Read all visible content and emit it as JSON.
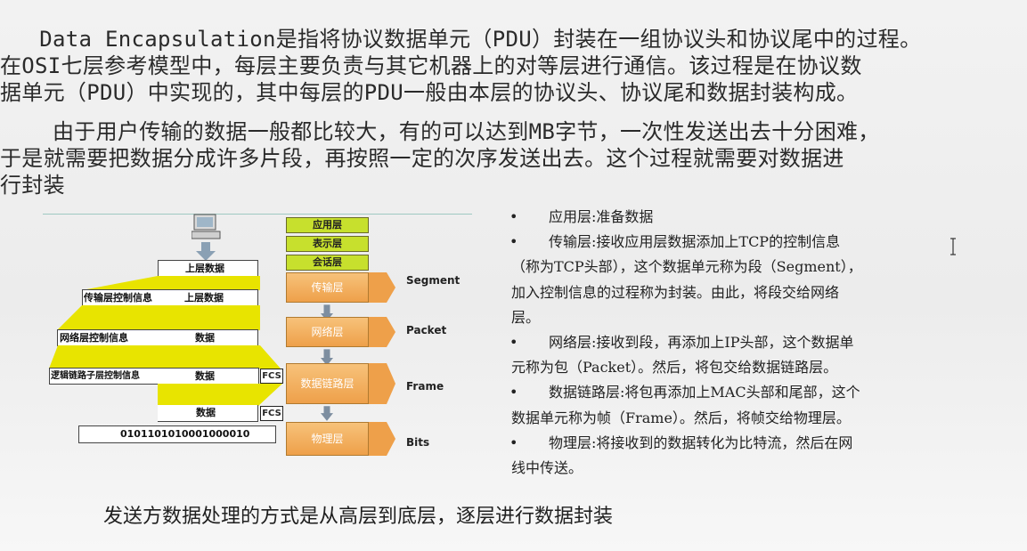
{
  "paragraph1": {
    "lines": [
      "   Data Encapsulation是指将协议数据单元（PDU）封装在一组协议头和协议尾中的过程。",
      "在OSI七层参考模型中，每层主要负责与其它机器上的对等层进行通信。该过程是在协议数",
      "据单元（PDU）中实现的，其中每层的PDU一般由本层的协议头、协议尾和数据封装构成。"
    ]
  },
  "paragraph2": {
    "lines": [
      "    由于用户传输的数据一般都比较大，有的可以达到MB字节，一次性发送出去十分困难，",
      "于是就需要把数据分成许多片段，再按照一定的次序发送出去。这个过程就需要对数据进",
      "行封装"
    ]
  },
  "diagram": {
    "upper_data": "上层数据",
    "transport_ctrl": "传输层控制信息",
    "network_ctrl": "网络层控制信息",
    "llc_ctrl": "逻辑链路子层控制信息",
    "data": "数据",
    "fcs": "FCS",
    "bits": "0101101010001000010",
    "layers": {
      "application": "应用层",
      "presentation": "表示层",
      "session": "会话层",
      "transport": "传输层",
      "network": "网络层",
      "datalink": "数据链路层",
      "physical": "物理层"
    },
    "pdu_labels": {
      "segment": "Segment",
      "packet": "Packet",
      "frame": "Frame",
      "bits": "Bits"
    }
  },
  "bullets": [
    {
      "text": "应用层:准备数据",
      "cont": []
    },
    {
      "text": "传输层:接收应用层数据添加上TCP的控制信息",
      "cont": [
        "（称为TCP头部），这个数据单元称为段（Segment），",
        "加入控制信息的过程称为封装。由此，将段交给网络",
        "层。"
      ]
    },
    {
      "text": "网络层:接收到段，再添加上IP头部，这个数据单",
      "cont": [
        "元称为包（Packet）。然后，将包交给数据链路层。"
      ]
    },
    {
      "text": "数据链路层:将包再添加上MAC头部和尾部，这个",
      "cont": [
        "数据单元称为帧（Frame）。然后，将帧交给物理层。"
      ]
    },
    {
      "text": "物理层:将接收到的数据转化为比特流，然后在网",
      "cont": [
        "线中传送。"
      ]
    }
  ],
  "bullet_symbol": "•",
  "caption": "发送方数据处理的方式是从高层到底层，逐层进行数据封装",
  "colors": {
    "wedge_yellow": "#e8e400",
    "layer_green": "#c7e02d",
    "layer_orange": "#eea04a"
  },
  "icons": [
    "computer-icon",
    "down-arrow-icon",
    "text-cursor-icon"
  ]
}
